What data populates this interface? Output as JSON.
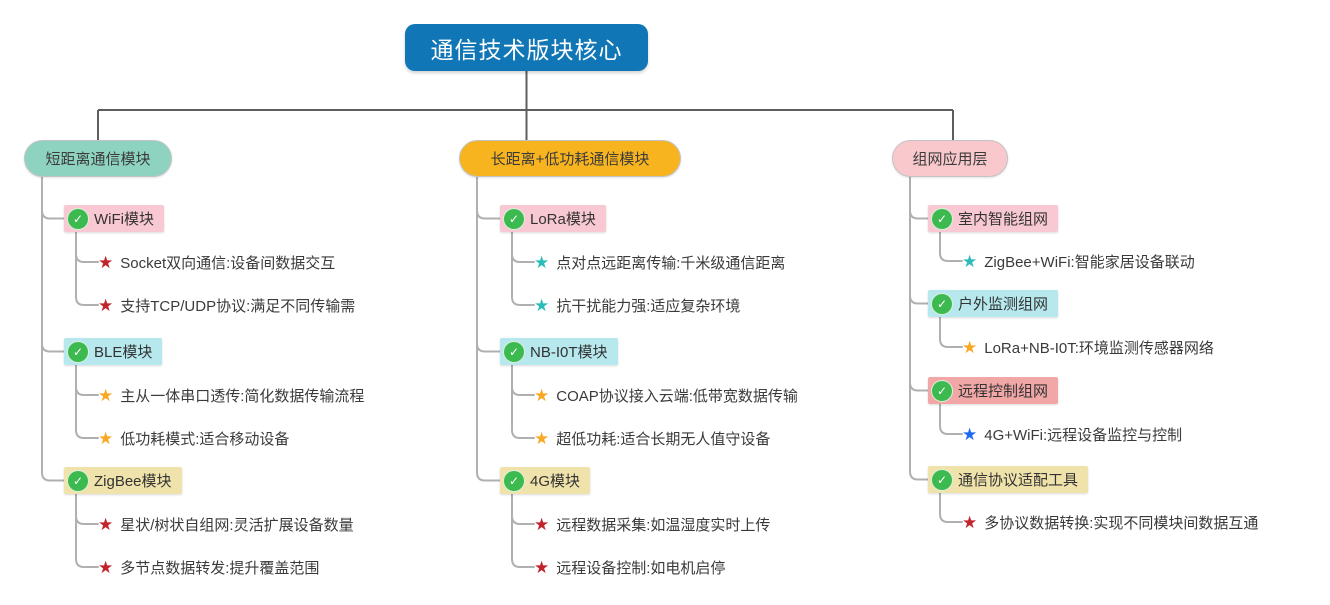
{
  "root": {
    "label": "通信技术版块核心",
    "bg": "#1076b5"
  },
  "icons": {
    "check": "✓",
    "star": "★"
  },
  "lines": {
    "primary": "#5e5e5e",
    "secondary": "#b0b0b0"
  },
  "colors": {
    "check_green": "#3cb94f"
  },
  "branches": [
    {
      "label": "短距离通信模块",
      "color": "#8ed3c0",
      "children": [
        {
          "label": "WiFi模块",
          "highlight": "#f9c9d3",
          "leaves": [
            {
              "text": "Socket双向通信:设备间数据交互",
              "star": "#c0242c"
            },
            {
              "text": "支持TCP/UDP协议:满足不同传输需",
              "star": "#c0242c"
            }
          ]
        },
        {
          "label": "BLE模块",
          "highlight": "#b6e8ee",
          "leaves": [
            {
              "text": "主从一体串口透传:简化数据传输流程",
              "star": "#f9a825"
            },
            {
              "text": "低功耗模式:适合移动设备",
              "star": "#f9a825"
            }
          ]
        },
        {
          "label": "ZigBee模块",
          "highlight": "#efe3ab",
          "leaves": [
            {
              "text": "星状/树状自组网:灵活扩展设备数量",
              "star": "#c0242c"
            },
            {
              "text": "多节点数据转发:提升覆盖范围",
              "star": "#c0242c"
            }
          ]
        }
      ]
    },
    {
      "label": "长距离+低功耗通信模块",
      "color": "#f7b41f",
      "children": [
        {
          "label": "LoRa模块",
          "highlight": "#f9c9d3",
          "leaves": [
            {
              "text": "点对点远距离传输:千米级通信距离",
              "star": "#2bbcb9"
            },
            {
              "text": "抗干扰能力强:适应复杂环境",
              "star": "#2bbcb9"
            }
          ]
        },
        {
          "label": "NB-I0T模块",
          "highlight": "#b6e8ee",
          "leaves": [
            {
              "text": "COAP协议接入云端:低带宽数据传输",
              "star": "#f9a825"
            },
            {
              "text": "超低功耗:适合长期无人值守设备",
              "star": "#f9a825"
            }
          ]
        },
        {
          "label": "4G模块",
          "highlight": "#efe3ab",
          "leaves": [
            {
              "text": "远程数据采集:如温湿度实时上传",
              "star": "#c0242c"
            },
            {
              "text": "远程设备控制:如电机启停",
              "star": "#c0242c"
            }
          ]
        }
      ]
    },
    {
      "label": "组网应用层",
      "color": "#f9c8cc",
      "children": [
        {
          "label": "室内智能组网",
          "highlight": "#f9c9d3",
          "leaves": [
            {
              "text": "ZigBee+WiFi:智能家居设备联动",
              "star": "#2bbcb9"
            }
          ]
        },
        {
          "label": "户外监测组网",
          "highlight": "#b6e8ee",
          "leaves": [
            {
              "text": "LoRa+NB-I0T:环境监测传感器网络",
              "star": "#f9a825"
            }
          ]
        },
        {
          "label": "远程控制组网",
          "highlight": "#f2a7a7",
          "leaves": [
            {
              "text": "4G+WiFi:远程设备监控与控制",
              "star": "#1d68ee"
            }
          ]
        },
        {
          "label": "通信协议适配工具",
          "highlight": "#efe3ab",
          "leaves": [
            {
              "text": "多协议数据转换:实现不同模块间数据互通",
              "star": "#c0242c"
            }
          ]
        }
      ]
    }
  ]
}
